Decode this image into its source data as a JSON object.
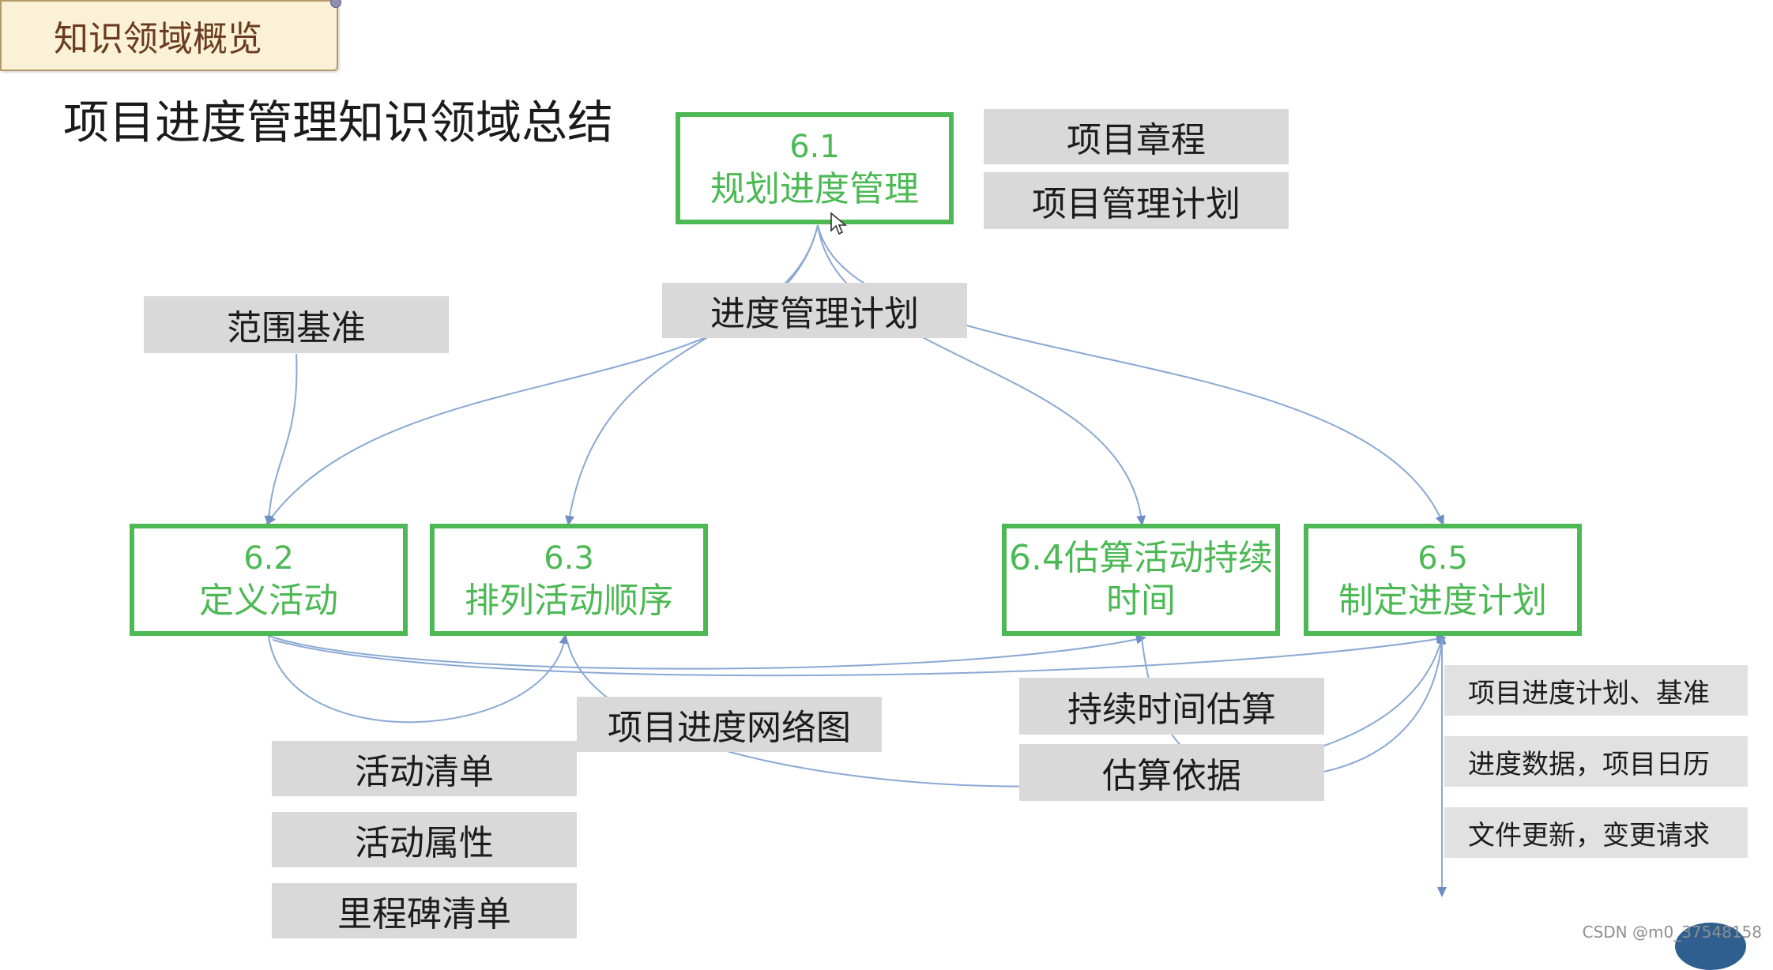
{
  "tag_label": "知识领域概览",
  "title": "项目进度管理知识领域总结",
  "processes": {
    "p61": {
      "num": "6.1",
      "name": "规划进度管理"
    },
    "p62": {
      "num": "6.2",
      "name": "定义活动"
    },
    "p63": {
      "num": "6.3",
      "name": "排列活动顺序"
    },
    "p64": {
      "line1": "6.4估算活动持续",
      "line2": "时间"
    },
    "p65": {
      "num": "6.5",
      "name": "制定进度计划"
    }
  },
  "inputs": {
    "charter": "项目章程",
    "pm_plan": "项目管理计划",
    "scope_baseline": "范围基准",
    "schedule_mgmt_plan": "进度管理计划"
  },
  "artifacts": {
    "activity_list": "活动清单",
    "activity_attributes": "活动属性",
    "milestone_list": "里程碑清单",
    "network_diagram": "项目进度网络图",
    "duration_estimates": "持续时间估算",
    "basis_of_estimates": "估算依据"
  },
  "outputs": [
    "项目进度计划、基准",
    "进度数据，项目日历",
    "文件更新，变更请求"
  ],
  "watermark": "CSDN @m0_37548158",
  "colors": {
    "process_border": "#4cb955",
    "process_text": "#4cb955",
    "data_box": "#d9d9d9",
    "connector": "#7f9fcc"
  }
}
